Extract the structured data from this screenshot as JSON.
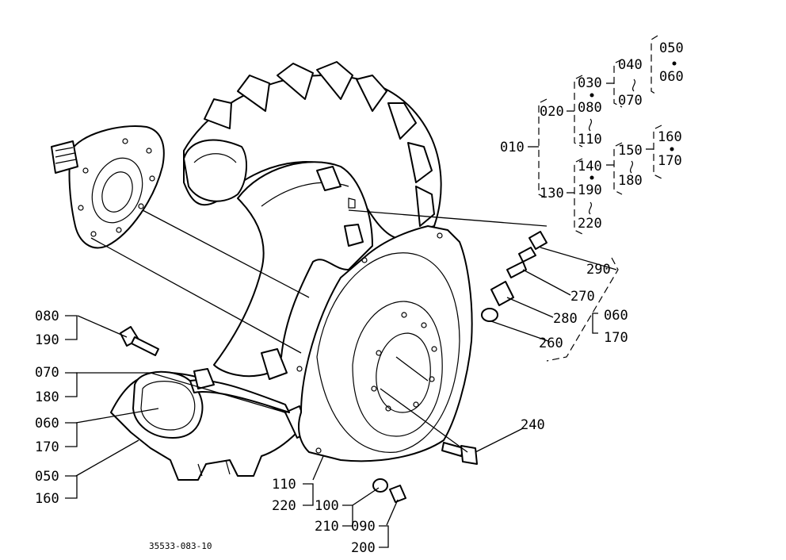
{
  "labels": {
    "l010": "010",
    "l020": "020",
    "l030": "030",
    "l080a": "080",
    "l110a": "110",
    "l040": "040",
    "l070a": "070",
    "l050a": "050",
    "l060a": "060",
    "l130": "130",
    "l140": "140",
    "l190a": "190",
    "l220a": "220",
    "l150": "150",
    "l180a": "180",
    "l160a": "160",
    "l170a": "170",
    "l290": "290",
    "l270": "270",
    "l280": "280",
    "l260": "260",
    "l060b": "060",
    "l170b": "170",
    "l080b": "080",
    "l190b": "190",
    "l070b": "070",
    "l180b": "180",
    "l060c": "060",
    "l170c": "170",
    "l050b": "050",
    "l160b": "160",
    "l240": "240",
    "l110b": "110",
    "l220b": "220",
    "l100": "100",
    "l210": "210",
    "l090": "090",
    "l200": "200"
  },
  "drawing_number": "35533-083-10"
}
